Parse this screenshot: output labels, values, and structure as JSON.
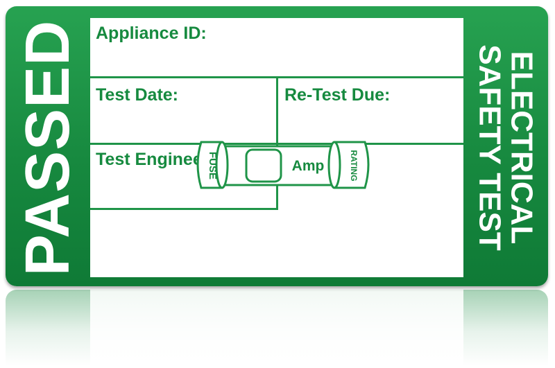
{
  "label": {
    "status": "PASSED",
    "title_line1": "ELECTRICAL",
    "title_line2": "SAFETY TEST",
    "colors": {
      "green": "#17893f",
      "text_green": "#168a3f",
      "white": "#ffffff"
    }
  },
  "fields": {
    "appliance_id": "Appliance ID:",
    "test_date": "Test Date:",
    "retest_due": "Re-Test Due:",
    "test_engineer": "Test Engineer:"
  },
  "fuse": {
    "left_cap": "FUSE",
    "unit": "Amp",
    "right_cap": "RATING",
    "icon": "fuse-icon"
  }
}
